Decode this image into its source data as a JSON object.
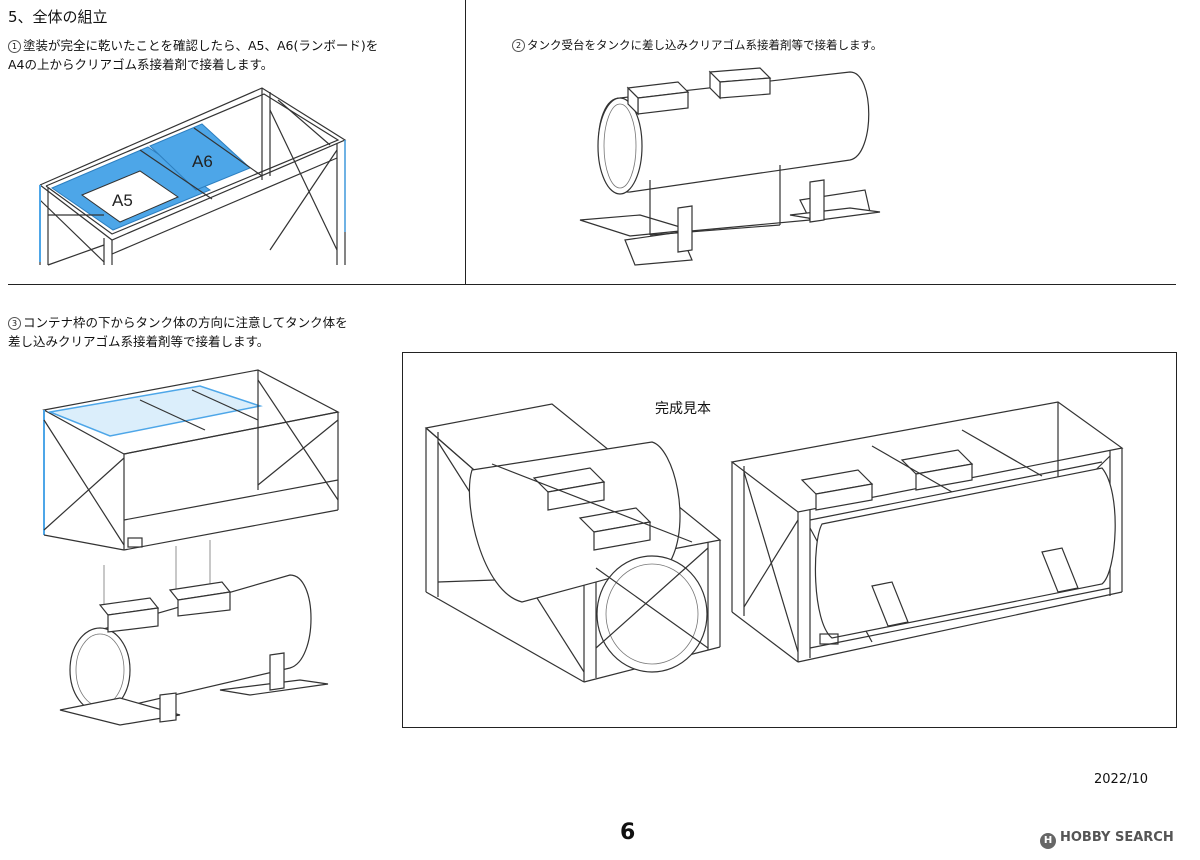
{
  "section_title": "5、全体の組立",
  "steps": [
    {
      "num": "1",
      "lines": [
        "塗装が完全に乾いたことを確認したら、A5、A6(ランボード)を",
        "A4の上からクリアゴム系接着剤で接着します。"
      ]
    },
    {
      "num": "2",
      "lines": [
        "タンク受台をタンクに差し込みクリアゴム系接着剤等で接着します。"
      ]
    },
    {
      "num": "3",
      "lines": [
        "コンテナ枠の下からタンク体の方向に注意してタンク体を",
        "差し込みクリアゴム系接着剤等で接着します。"
      ]
    }
  ],
  "part_labels": {
    "a5": "A5",
    "a6": "A6"
  },
  "sample_label": "完成見本",
  "date": "2022/10",
  "page_number": "6",
  "watermark": {
    "logo": "H",
    "text": "HOBBY SEARCH"
  },
  "colors": {
    "highlight": "#4da6e8",
    "line": "#333333"
  }
}
